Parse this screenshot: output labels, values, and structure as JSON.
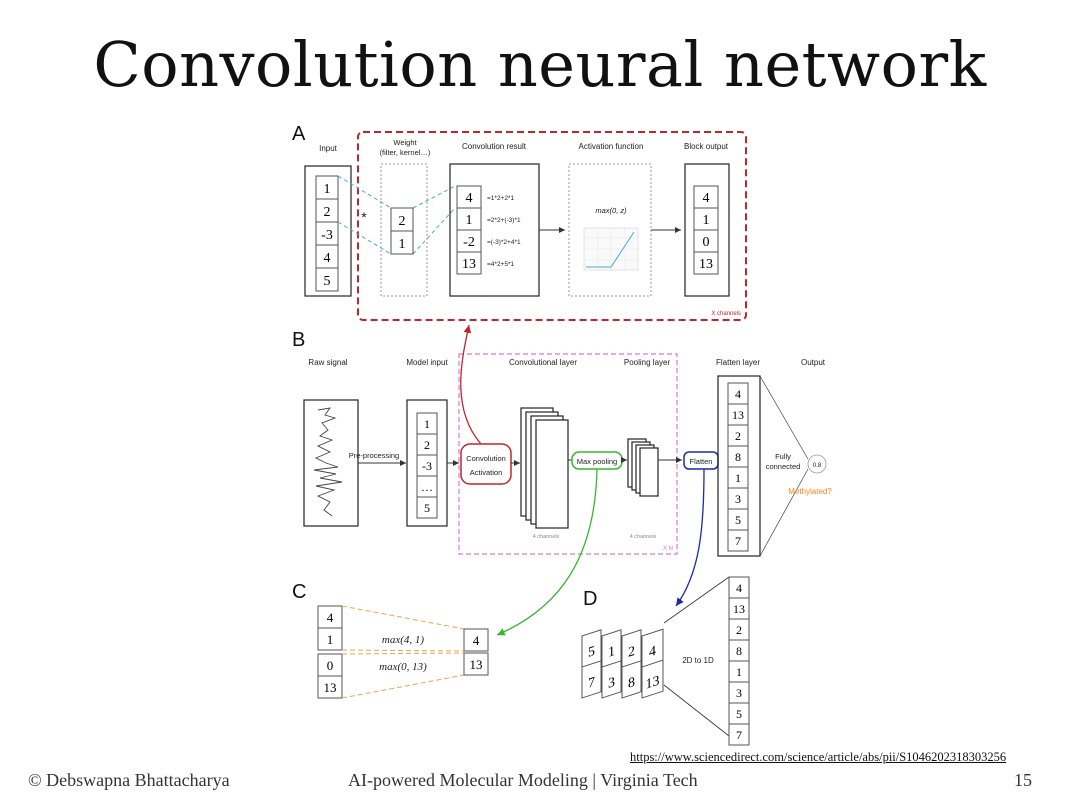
{
  "slide": {
    "title": "Convolution neural network",
    "source_url": "https://www.sciencedirect.com/science/article/abs/pii/S1046202318303256",
    "footer_left": "© Debswapna Bhattacharya",
    "footer_center": "AI-powered Molecular Modeling | Virginia Tech",
    "page_number": "15"
  },
  "colors": {
    "red": "#c0262b",
    "magenta": "#d57ad8",
    "green": "#38b72e",
    "blue": "#1b2aa6",
    "orange": "#f0a64a",
    "cyan": "#4aa8d8",
    "label_orange": "#f08a24"
  },
  "panel_a": {
    "letter": "A",
    "input_label": "Input",
    "input_values": [
      "1",
      "2",
      "-3",
      "4",
      "5"
    ],
    "operator": "*",
    "weight_label_1": "Weight",
    "weight_label_2": "(filter, kernel…)",
    "weight_values": [
      "2",
      "1"
    ],
    "conv_label": "Convolution result",
    "conv_values": [
      "4",
      "1",
      "-2",
      "13"
    ],
    "conv_formulas": [
      "=1*2+2*1",
      "=2*2+(-3)*1",
      "=(-3)*2+4*1",
      "=4*2+5*1"
    ],
    "activation_label": "Activation function",
    "activation_formula": "max(0, z)",
    "block_output_label": "Block output",
    "block_output_values": [
      "4",
      "1",
      "0",
      "13"
    ],
    "channels_note": "X channels"
  },
  "panel_b": {
    "letter": "B",
    "raw_signal_label": "Raw signal",
    "model_input_label": "Model input",
    "preprocessing_label": "Pre-processing",
    "model_input_values": [
      "1",
      "2",
      "-3",
      "…",
      "5"
    ],
    "conv_layer_label": "Convolutional layer",
    "pooling_layer_label": "Pooling layer",
    "conv_box_line1": "Convolution",
    "conv_box_line2": "Activation",
    "max_pooling_label": "Max pooling",
    "channels_left": "4 channels",
    "channels_right": "4 channels",
    "repeat_note": "X N",
    "flatten_layer_label": "Flatten layer",
    "output_label": "Output",
    "flatten_label": "Flatten",
    "flatten_values": [
      "4",
      "13",
      "2",
      "8",
      "1",
      "3",
      "5",
      "7"
    ],
    "fully_connected_1": "Fully",
    "fully_connected_2": "connected",
    "output_value": "0.8",
    "methylated_label": "Methylated?"
  },
  "panel_c": {
    "letter": "C",
    "input_values": [
      "4",
      "1",
      "0",
      "13"
    ],
    "expr_1": "max(4, 1)",
    "expr_2": "max(0, 13)",
    "output_values": [
      "4",
      "13"
    ]
  },
  "panel_d": {
    "letter": "D",
    "grid_top": [
      "5",
      "1",
      "2",
      "4"
    ],
    "grid_bottom": [
      "7",
      "3",
      "8",
      "13"
    ],
    "transform_label": "2D to 1D",
    "output_values": [
      "4",
      "13",
      "2",
      "8",
      "1",
      "3",
      "5",
      "7"
    ]
  }
}
